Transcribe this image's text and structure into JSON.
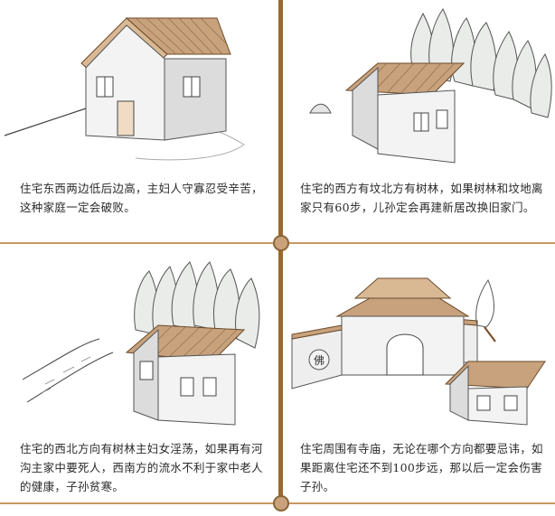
{
  "panels": [
    {
      "caption": "住宅东西两边低后边高，主妇人守寡忍受辛苦，这种家庭一定会破败。"
    },
    {
      "caption": "住宅的西方有坟北方有树林，如果树林和坟地离家只有60步，儿孙定会再建新居改换旧家门。"
    },
    {
      "caption": "住宅的西北方向有树林主妇女淫荡，如果再有河沟主家中要死人，西南方的流水不利于家中老人的健康，子孙贫寒。"
    },
    {
      "caption": "住宅周围有寺庙，无论在哪个方向都要忌讳，如果距离住宅还不到100步远，那以后一定会伤害子孙。"
    }
  ],
  "temple_plaque": "佛",
  "colors": {
    "divider": "#9a6a2c",
    "knob": "#c9a27c",
    "roof": "#c8a27c"
  }
}
